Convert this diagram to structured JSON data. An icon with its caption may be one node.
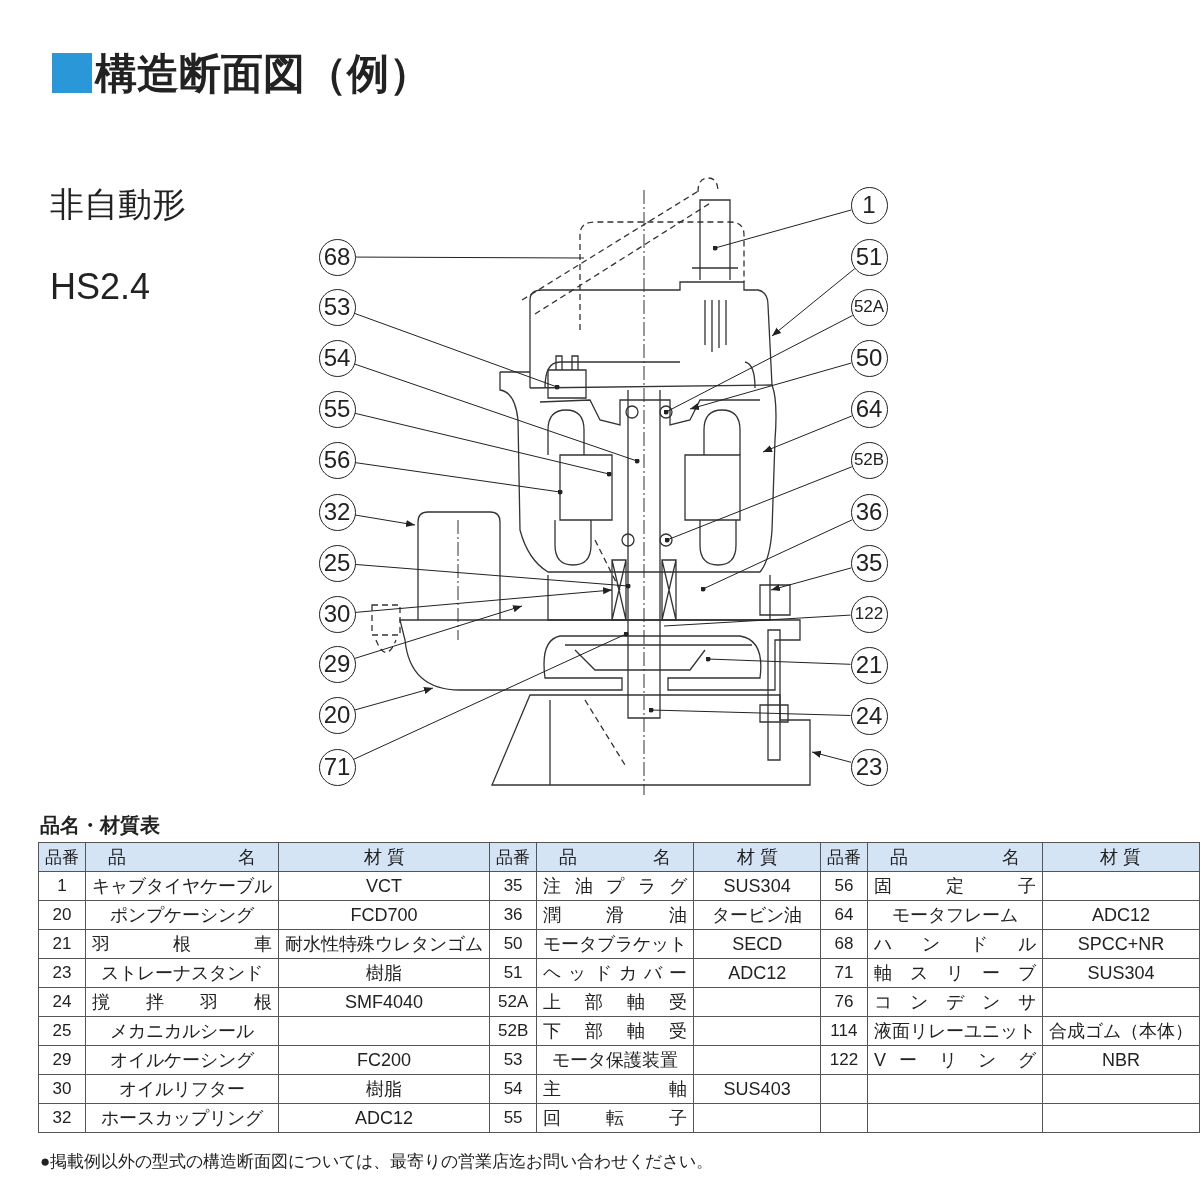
{
  "diagram": {
    "title": "構造断面図（例）",
    "nodes": [
      {
        "text": [
          "68"
        ]
      },
      {
        "text": [
          "53"
        ]
      },
      {
        "text": [
          "54"
        ]
      },
      {
        "text": [
          "55"
        ]
      },
      {
        "text": [
          "56"
        ]
      },
      {
        "text": [
          "32"
        ]
      },
      {
        "text": [
          "25"
        ]
      },
      {
        "text": [
          "30"
        ]
      },
      {
        "text": [
          "29"
        ]
      },
      {
        "text": [
          "20"
        ]
      },
      {
        "text": [
          "71"
        ]
      },
      {
        "text": [
          "1"
        ]
      },
      {
        "text": [
          "51"
        ]
      },
      {
        "text": [
          "52A"
        ]
      },
      {
        "text": [
          "50"
        ]
      },
      {
        "text": [
          "64"
        ]
      },
      {
        "text": [
          "52B"
        ]
      },
      {
        "text": [
          "36"
        ]
      },
      {
        "text": [
          "35"
        ]
      },
      {
        "text": [
          "122"
        ]
      },
      {
        "text": [
          "21"
        ]
      },
      {
        "text": [
          "24"
        ]
      },
      {
        "text": [
          "23"
        ]
      }
    ],
    "edges": [
      {
        "from": 0,
        "to": null,
        "arrow": "none"
      },
      {
        "from": 1,
        "to": null,
        "arrow": "other"
      },
      {
        "from": 2,
        "to": null,
        "arrow": "other"
      },
      {
        "from": 3,
        "to": null,
        "arrow": "other"
      },
      {
        "from": 4,
        "to": null,
        "arrow": "other"
      },
      {
        "from": 5,
        "to": null,
        "arrow": "to"
      },
      {
        "from": 6,
        "to": null,
        "arrow": "other"
      },
      {
        "from": 7,
        "to": null,
        "arrow": "to"
      },
      {
        "from": 8,
        "to": null,
        "arrow": "to"
      },
      {
        "from": 9,
        "to": null,
        "arrow": "to"
      },
      {
        "from": 10,
        "to": null,
        "arrow": "other"
      },
      {
        "from": 11,
        "to": null,
        "arrow": "other"
      },
      {
        "from": 12,
        "to": null,
        "arrow": "to"
      },
      {
        "from": 13,
        "to": null,
        "arrow": "other"
      },
      {
        "from": 14,
        "to": null,
        "arrow": "to"
      },
      {
        "from": 15,
        "to": null,
        "arrow": "to"
      },
      {
        "from": 16,
        "to": null,
        "arrow": "other"
      },
      {
        "from": 17,
        "to": null,
        "arrow": "other"
      },
      {
        "from": 18,
        "to": null,
        "arrow": "to"
      },
      {
        "from": 19,
        "to": null,
        "arrow": "none"
      },
      {
        "from": 20,
        "to": null,
        "arrow": "other"
      },
      {
        "from": 21,
        "to": null,
        "arrow": "other"
      },
      {
        "from": 22,
        "to": null,
        "arrow": "to"
      }
    ],
    "labels": [
      "非自動形",
      "HS2.4",
      "品名・材質表",
      "品番",
      "品 名",
      "材 質",
      "品番",
      "品 名",
      "材 質",
      "品番",
      "品 名",
      "材 質",
      "1",
      "キャブタイヤケーブル",
      "VCT",
      "35",
      "注 油 プ ラ グ",
      "SUS304",
      "56",
      "固 定 子",
      "20",
      "ポンプケーシング",
      "FCD700",
      "36",
      "潤 滑 油",
      "タービン油",
      "64",
      "モータフレーム",
      "ADC12",
      "21",
      "羽 根 車",
      "耐水性特殊ウレタンゴム",
      "50",
      "モータブラケット",
      "SECD",
      "68",
      "ハ ン ド ル",
      "SPCC+NR",
      "23",
      "ストレーナスタンド",
      "樹脂",
      "51",
      "ヘ ッ ド カ バ ー",
      "ADC12",
      "71",
      "軸 ス リ ー ブ",
      "SUS304",
      "24",
      "撹 拌 羽 根",
      "SMF4040",
      "52A",
      "上 部 軸 受",
      "76",
      "コ ン デ ン サ",
      "25",
      "メカニカルシール",
      "52B",
      "下 部 軸 受",
      "114",
      "液面リレーユニット",
      "合成ゴム（本体）",
      "29",
      "オイルケーシング",
      "FC200",
      "53",
      "モータ保護装置",
      "122",
      "V ー リ ン グ",
      "NBR",
      "30",
      "オイルリフター",
      "樹脂",
      "54",
      "主 軸",
      "SUS403",
      "32",
      "ホースカップリング",
      "ADC12",
      "55",
      "回 転 子",
      "●掲載例以外の型式の構造断面図については、最寄りの営業店迄お問い合わせください。"
    ]
  }
}
